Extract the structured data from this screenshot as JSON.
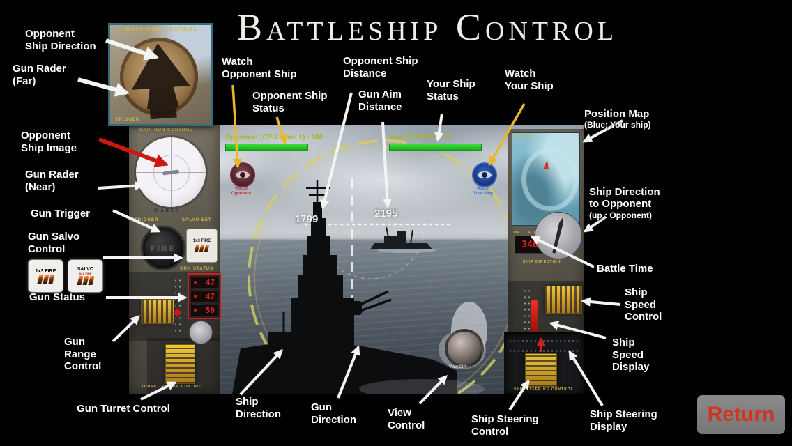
{
  "title": "Battleship Control",
  "colors": {
    "health_green": "#2ed32e",
    "warning_red": "#d82820",
    "gold": "#d8b838",
    "annotation_yellow": "#e8b82a",
    "return_text_red": "#d5321f"
  },
  "labels": {
    "opponent_ship_direction": "Opponent\nShip Direction",
    "gun_rader_far": "Gun Rader\n(Far)",
    "opponent_ship_image": "Opponent\nShip Image",
    "gun_rader_near": "Gun Rader\n(Near)",
    "gun_trigger": "Gun Trigger",
    "gun_salvo_control": "Gun Salvo\nControl",
    "gun_status": "Gun Status",
    "gun_range_control": "Gun\nRange\nControl",
    "gun_turret_control": "Gun Turret Control",
    "watch_opponent_ship": "Watch\nOpponent Ship",
    "opponent_ship_status": "Opponent Ship\nStatus",
    "opponent_ship_distance": "Opponent Ship\nDistance",
    "gun_aim_distance": "Gun Aim\nDistance",
    "your_ship_status": "Your Ship\nStatus",
    "watch_your_ship": "Watch\nYour Ship",
    "position_map": "Position Map",
    "position_map_sub": "(Blue: Your ship)",
    "ship_direction_to_opponent": "Ship Direction\nto Opponent",
    "ship_direction_to_opponent_sub": "(up : Opponent)",
    "battle_time": "Battle Time",
    "ship_speed_control": "Ship\nSpeed\nControl",
    "ship_speed_display": "Ship\nSpeed\nDisplay",
    "ship_steering_display": "Ship Steering\nDisplay",
    "ship_direction": "Ship\nDirection",
    "gun_direction": "Gun\nDirection",
    "view_control": "View\nControl",
    "ship_steering_control": "Ship Steering\nControl"
  },
  "icons": {
    "fire_1x3": {
      "label": "1x3 FIRE"
    },
    "salvo": {
      "label": "SALVO",
      "sub": "ALL FIRE"
    }
  },
  "game": {
    "inset": {
      "header": "MAIN GUN CONTROL",
      "footer": "TRIGGER"
    },
    "main_gun_panel": {
      "header": "MAIN GUN CONTROL",
      "radar_caption": "RADER",
      "trigger_label": "TRIGGER",
      "salvo_set_label": "SALVO SET",
      "fire_button": "FIRE",
      "salvo_button": "1x3 FIRE",
      "gun_status_header": "GUN STATUS",
      "gun_status_values": [
        "47",
        "47",
        "50"
      ],
      "turret_footer": "TURRET ROTATE CONTROL"
    },
    "hud": {
      "opponent_status": "Opponent (CPU Level 1) : 100",
      "player_status": "You: YAMATO : 100",
      "watch_opponent_caption": "Watch\nOpponent",
      "watch_player_caption": "Watch\nYour Ship",
      "opponent_ship_distance_value": "1799",
      "gun_aim_distance_value": "2195"
    },
    "right_panel": {
      "map_header": "SEA MAP",
      "battle_time_label": "BATTLE TIME",
      "battle_time_value": "346",
      "ship_direction_label": "SHIP DIRECTION"
    },
    "steering_panel": {
      "footer": "SHIP STEERING CONTROL"
    },
    "view_control_caption": "View Ctrl"
  },
  "return_button": {
    "label": "Return"
  }
}
